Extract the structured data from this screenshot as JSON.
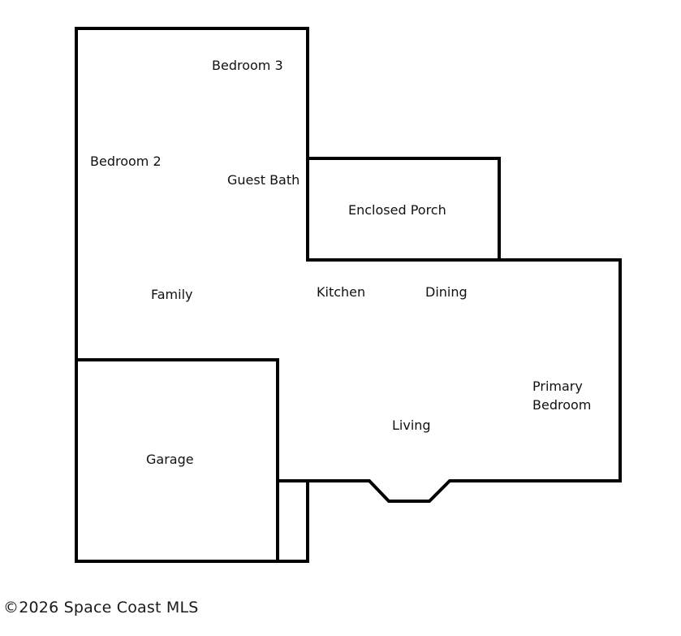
{
  "rooms": {
    "bedroom3": "Bedroom 3",
    "bedroom2": "Bedroom 2",
    "guest_bath": "Guest Bath",
    "enclosed_porch": "Enclosed Porch",
    "family": "Family",
    "kitchen": "Kitchen",
    "dining": "Dining",
    "primary_bedroom_line1": "Primary",
    "primary_bedroom_line2": "Bedroom",
    "living": "Living",
    "garage": "Garage"
  },
  "footer": {
    "copyright": "©2026 Space Coast MLS"
  },
  "colors": {
    "wall": "#000000",
    "background": "#ffffff"
  }
}
